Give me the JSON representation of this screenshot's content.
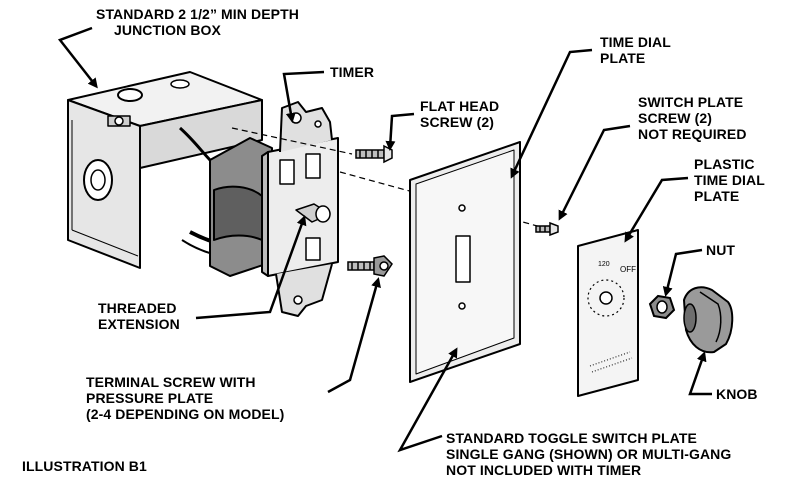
{
  "labels": {
    "junction_box": [
      "STANDARD 2 1/2” MIN DEPTH",
      "JUNCTION BOX"
    ],
    "timer": [
      "TIMER"
    ],
    "flat_head_screw": [
      "FLAT HEAD",
      "SCREW (2)"
    ],
    "time_dial_plate": [
      "TIME DIAL",
      "PLATE"
    ],
    "switch_plate_screw": [
      "SWITCH PLATE",
      "SCREW (2)",
      "NOT REQUIRED"
    ],
    "plastic_time_dial_plate": [
      "PLASTIC",
      "TIME DIAL",
      "PLATE"
    ],
    "nut": [
      "NUT"
    ],
    "threaded_extension": [
      "THREADED",
      "EXTENSION"
    ],
    "terminal_screw": [
      "TERMINAL SCREW WITH",
      "PRESSURE PLATE",
      "(2-4 DEPENDING ON MODEL)"
    ],
    "knob": [
      "KNOB"
    ],
    "toggle_switch_plate": [
      "STANDARD TOGGLE SWITCH PLATE",
      "SINGLE GANG (SHOWN) OR MULTI-GANG",
      "NOT INCLUDED WITH TIMER"
    ],
    "illustration": [
      "ILLUSTRATION B1"
    ]
  },
  "dial": {
    "off_text": "OFF",
    "top_number": "120"
  }
}
